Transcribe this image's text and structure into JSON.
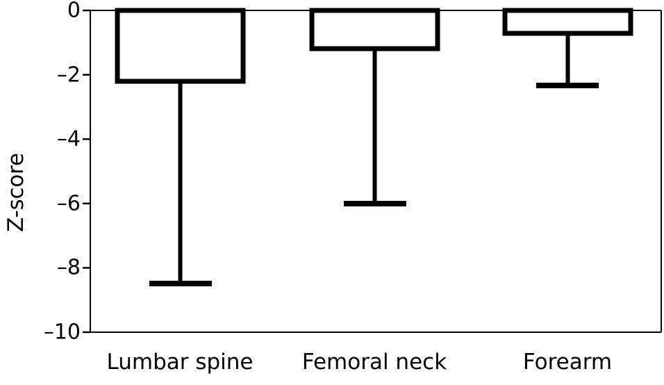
{
  "chart_data": {
    "type": "bar",
    "title": "",
    "subtitle": "",
    "xlabel": "",
    "ylabel": "Z-score",
    "categories": [
      "Lumbar spine",
      "Femoral neck",
      "Forearm"
    ],
    "values": [
      -2.2,
      -1.2,
      -0.7
    ],
    "error_low": [
      -8.5,
      -6.0,
      -2.33
    ],
    "error_high": [
      -2.2,
      -1.2,
      -0.7
    ],
    "series": [
      {
        "name": "Z-score",
        "values": [
          -2.2,
          -1.2,
          -0.7
        ]
      }
    ],
    "ylim": [
      -10,
      0
    ],
    "ytick_values": [
      0,
      -2,
      -4,
      -6,
      -8,
      -10
    ],
    "ytick_labels": [
      "0",
      "–2",
      "–4",
      "–6",
      "–8",
      "–10"
    ],
    "grid": false,
    "legend": null,
    "legend_position": "none",
    "bar_fill_color": "#ffffff",
    "bar_edge_color": "#000000",
    "error_bar_color": "#000000",
    "axis_color": "#000000",
    "background_color": "#ffffff",
    "annotations": []
  },
  "axis": {
    "y_label": "Z-score",
    "tick_labels": [
      {
        "value": 0,
        "text": "0"
      },
      {
        "value": -2,
        "text": "–2"
      },
      {
        "value": -4,
        "text": "–4"
      },
      {
        "value": -6,
        "text": "–6"
      },
      {
        "value": -8,
        "text": "–8"
      },
      {
        "value": -10,
        "text": "–10"
      }
    ]
  },
  "categories": [
    {
      "label": "Lumbar spine"
    },
    {
      "label": "Femoral neck"
    },
    {
      "label": "Forearm"
    }
  ]
}
